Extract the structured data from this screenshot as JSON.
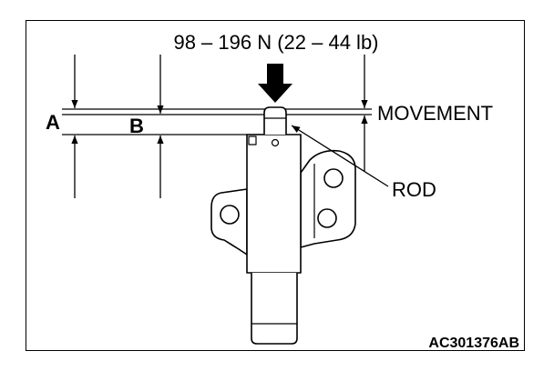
{
  "diagram": {
    "force_label": "98 – 196 N (22 – 44 lb)",
    "label_a": "A",
    "label_b": "B",
    "movement_label": "MOVEMENT",
    "rod_label": "ROD",
    "figure_code": "AC301376AB"
  }
}
